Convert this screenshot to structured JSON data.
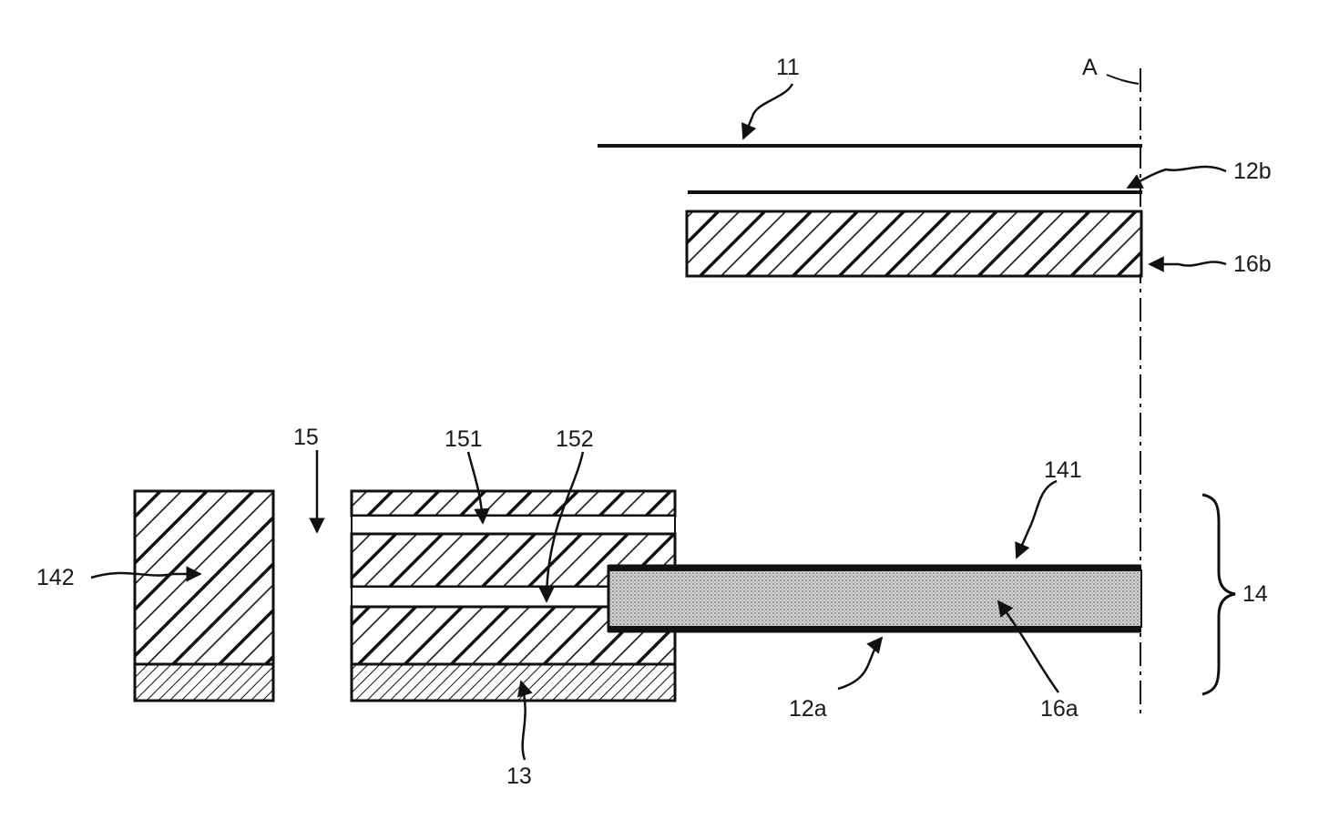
{
  "labels": {
    "l11": "11",
    "lA": "A",
    "l12b": "12b",
    "l16b": "16b",
    "l15": "15",
    "l151": "151",
    "l152": "152",
    "l141": "141",
    "l142": "142",
    "l14": "14",
    "l12a": "12a",
    "l16a": "16a",
    "l13": "13"
  },
  "colors": {
    "line": "#111111",
    "hatch_fill": "#ffffff",
    "dotted_fill": "#c9c9c9"
  }
}
